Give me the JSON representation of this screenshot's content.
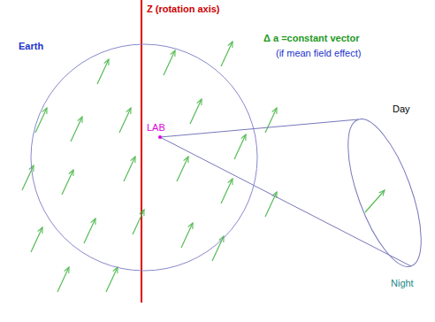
{
  "diagram": {
    "nodes": [
      {
        "text": [
          "Earth"
        ]
      }
    ],
    "labels": [
      "Z (rotation axis)",
      "Δ a =constant vector",
      "(if mean field effect)",
      "LAB",
      "Day",
      "Night"
    ]
  }
}
